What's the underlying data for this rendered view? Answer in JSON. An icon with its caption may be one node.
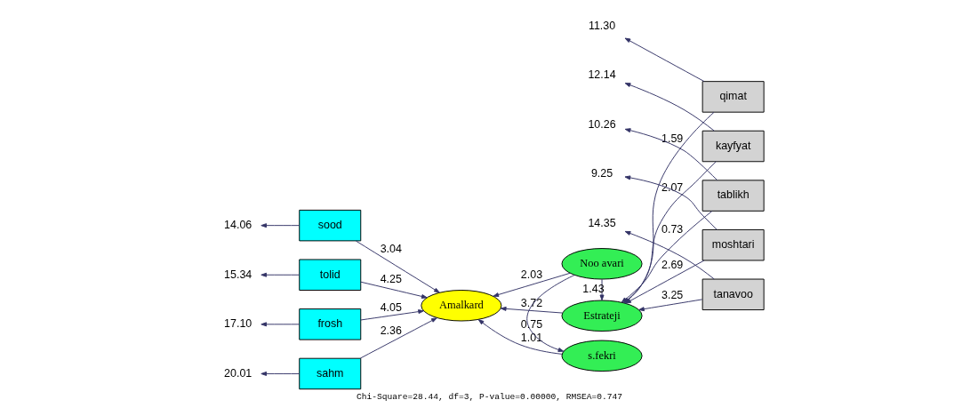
{
  "diagram": {
    "caption": "Chi-Square=28.44, df=3, P-value=0.00000, RMSEA=0.747",
    "nodes": [
      {
        "text": [
          "sood"
        ]
      },
      {
        "text": [
          "tolid"
        ]
      },
      {
        "text": [
          "frosh"
        ]
      },
      {
        "text": [
          "sahm"
        ]
      },
      {
        "text": [
          "Amalkard"
        ]
      },
      {
        "text": [
          "Estrateji"
        ]
      },
      {
        "text": [
          "Noo avari"
        ]
      },
      {
        "text": [
          "s.fekri"
        ]
      },
      {
        "text": [
          "qimat"
        ]
      },
      {
        "text": [
          "kayfyat"
        ]
      },
      {
        "text": [
          "tablikh"
        ]
      },
      {
        "text": [
          "moshtari"
        ]
      },
      {
        "text": [
          "tanavoo"
        ]
      },
      {
        "text": [
          "14.06"
        ]
      },
      {
        "text": [
          "15.34"
        ]
      },
      {
        "text": [
          "17.10"
        ]
      },
      {
        "text": [
          "20.01"
        ]
      },
      {
        "text": [
          "11.30"
        ]
      },
      {
        "text": [
          "12.14"
        ]
      },
      {
        "text": [
          "10.26"
        ]
      },
      {
        "text": [
          "9.25"
        ]
      },
      {
        "text": [
          "14.35"
        ]
      }
    ],
    "edges": [
      {
        "from": 0,
        "to": 4,
        "arrow": "to",
        "label": "3.04"
      },
      {
        "from": 1,
        "to": 4,
        "arrow": "to",
        "label": "4.25"
      },
      {
        "from": 2,
        "to": 4,
        "arrow": "to",
        "label": "4.05"
      },
      {
        "from": 3,
        "to": 4,
        "arrow": "to",
        "label": "2.36"
      },
      {
        "from": 5,
        "to": 4,
        "arrow": "to",
        "label": "3.72"
      },
      {
        "from": 6,
        "to": 4,
        "arrow": "to",
        "label": "2.03"
      },
      {
        "from": 7,
        "to": 4,
        "arrow": "to",
        "label": "1.01"
      },
      {
        "from": 6,
        "to": 5,
        "arrow": "to",
        "label": "1.43"
      },
      {
        "from": 6,
        "to": 7,
        "arrow": "to",
        "label": "0.75"
      },
      {
        "from": 8,
        "to": 5,
        "arrow": "to",
        "label": "1.59"
      },
      {
        "from": 9,
        "to": 5,
        "arrow": "to",
        "label": "2.07"
      },
      {
        "from": 10,
        "to": 5,
        "arrow": "to",
        "label": "0.73"
      },
      {
        "from": 11,
        "to": 5,
        "arrow": "to",
        "label": "2.69"
      },
      {
        "from": 12,
        "to": 5,
        "arrow": "to",
        "label": "3.25"
      },
      {
        "from": 0,
        "to": 13,
        "arrow": "to"
      },
      {
        "from": 1,
        "to": 14,
        "arrow": "to"
      },
      {
        "from": 2,
        "to": 15,
        "arrow": "to"
      },
      {
        "from": 3,
        "to": 16,
        "arrow": "to"
      },
      {
        "from": 8,
        "to": 17,
        "arrow": "to"
      },
      {
        "from": 9,
        "to": 18,
        "arrow": "to"
      },
      {
        "from": 10,
        "to": 19,
        "arrow": "to"
      },
      {
        "from": 11,
        "to": 20,
        "arrow": "to"
      },
      {
        "from": 12,
        "to": 21,
        "arrow": "to"
      }
    ]
  }
}
